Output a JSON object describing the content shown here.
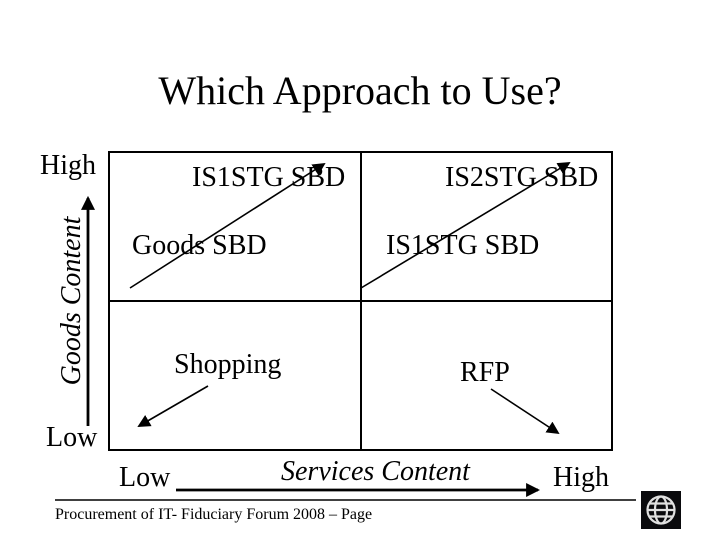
{
  "slide": {
    "title": "Which Approach to Use?",
    "footer": "Procurement of IT- Fiduciary Forum 2008 – Page",
    "logo_icon": "globe-icon",
    "text_color": "#000000",
    "background_color": "#ffffff"
  },
  "chart_data": {
    "type": "table",
    "subtype": "quadrant-matrix",
    "title": "Which Approach to Use?",
    "x_axis": {
      "label": "Services Content",
      "min_label": "Low",
      "max_label": "High"
    },
    "y_axis": {
      "label": "Goods Content",
      "min_label": "Low",
      "max_label": "High"
    },
    "quadrants": {
      "top_left": {
        "upper": "IS1STG SBD",
        "lower": "Goods SBD"
      },
      "top_right": {
        "upper": "IS2STG SBD",
        "lower": "IS1STG SBD"
      },
      "bottom_left": {
        "upper": "Shopping"
      },
      "bottom_right": {
        "upper": "RFP"
      }
    },
    "annotations": [
      "diagonal arrow up-right in top-left quadrant",
      "diagonal arrow up-right in top-right quadrant",
      "diagonal arrow down-left in bottom-left quadrant",
      "diagonal arrow down-right in bottom-right quadrant"
    ]
  }
}
